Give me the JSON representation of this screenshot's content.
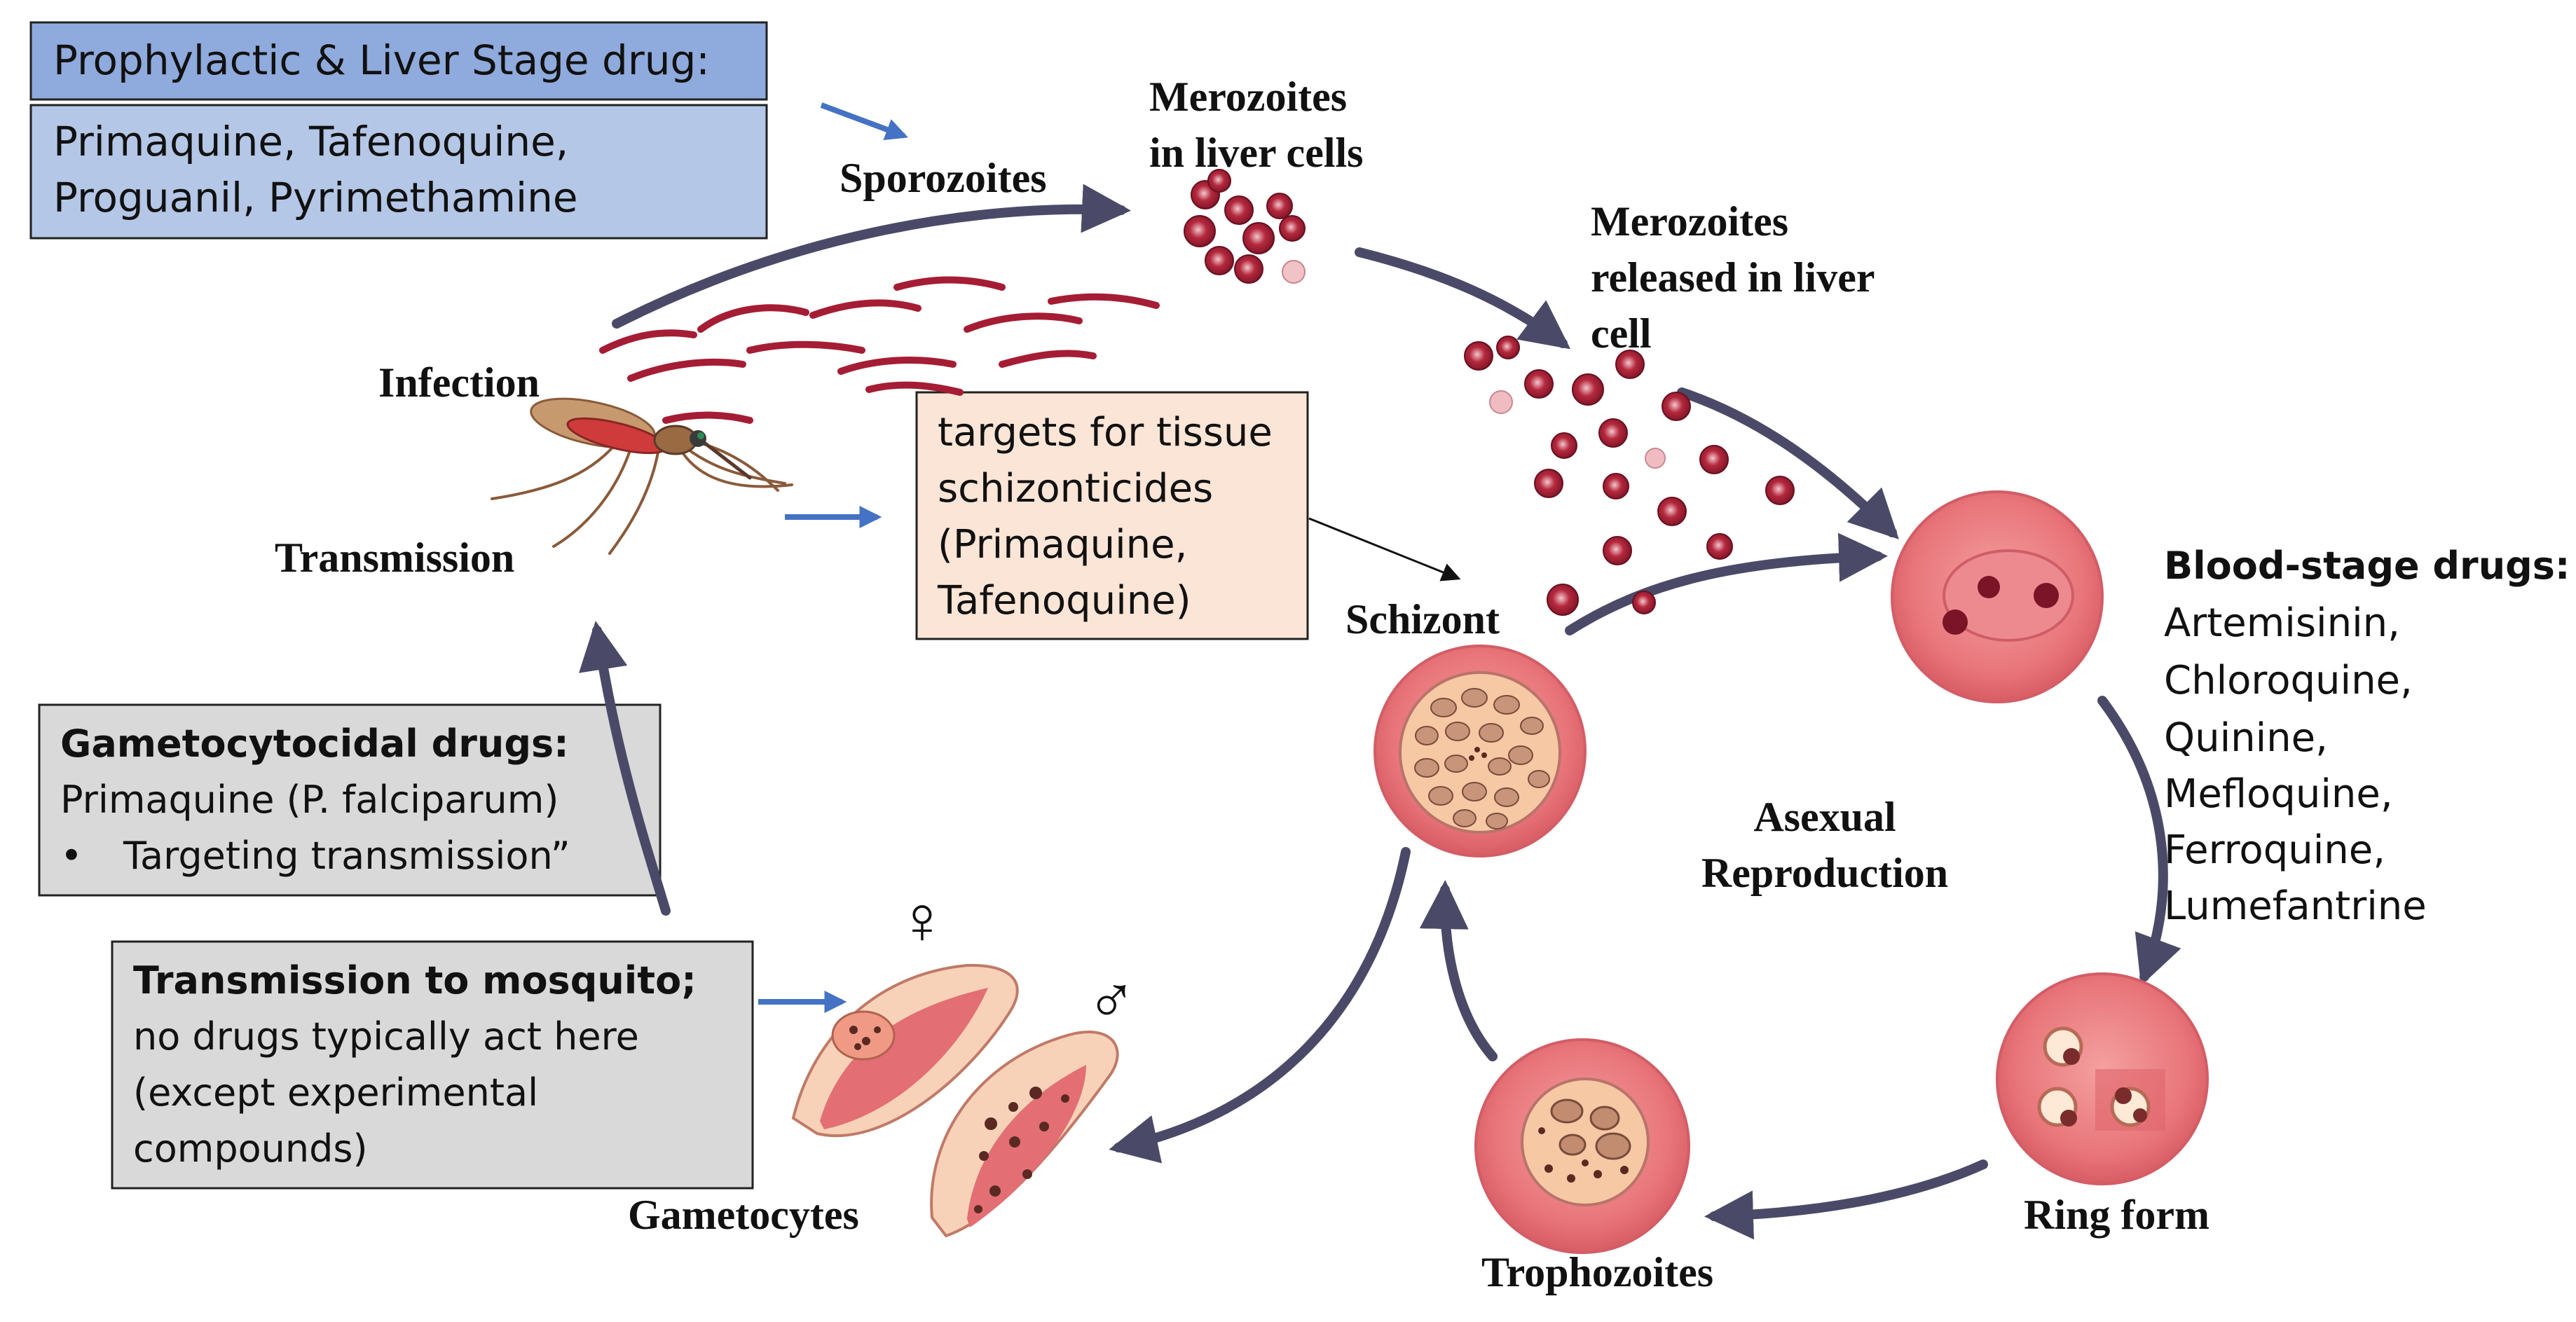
{
  "boxes": {
    "prophylactic": {
      "title": "Prophylactic & Liver Stage drug:",
      "lines": [
        "Primaquine, Tafenoquine,",
        "Proguanil, Pyrimethamine"
      ]
    },
    "tissue": {
      "lines": [
        "targets for tissue",
        "schizonticides",
        "(Primaquine,",
        "Tafenoquine)"
      ]
    },
    "gametocytocidal": {
      "title": "Gametocytocidal drugs:",
      "line1": "Primaquine (P. falciparum)",
      "bullet": "•",
      "line2": "Targeting transmission”"
    },
    "mosquito": {
      "title": "Transmission to mosquito;",
      "lines": [
        "no drugs typically act here",
        "(except experimental",
        "compounds)"
      ]
    },
    "blood": {
      "title": "Blood-stage drugs:",
      "lines": [
        "Artemisinin,",
        "Chloroquine,",
        "Quinine,",
        "Mefloquine,",
        "Ferroquine,",
        "Lumefantrine"
      ]
    }
  },
  "labels": {
    "sporozoites": "Sporozoites",
    "merozoites_liver": [
      "Merozoites",
      "in liver cells"
    ],
    "merozoites_released": [
      "Merozoites",
      "released in liver",
      "cell"
    ],
    "infection": "Infection",
    "transmission": "Transmission",
    "schizont": "Schizont",
    "asexual": [
      "Asexual",
      "Reproduction"
    ],
    "ring_form": "Ring form",
    "trophozoites": "Trophozoites",
    "gametocytes": "Gametocytes",
    "female_symbol": "♀",
    "male_symbol": "♂"
  },
  "colors": {
    "blue_box": "#b4c7e7",
    "blue_box_title": "#8faadc",
    "peach_box": "#fbe5d6",
    "gray_box": "#d9d9d9",
    "arrow_blue": "#4472c4",
    "cycle_arrow": "#4a4a68",
    "cell_red": "#e8757a",
    "parasite_dark": "#8b1a2b"
  }
}
